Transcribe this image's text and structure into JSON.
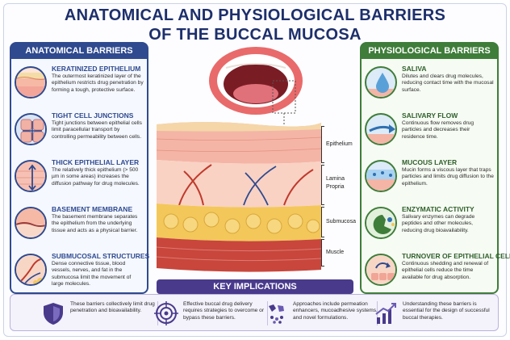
{
  "title": {
    "line1": "ANATOMICAL AND PHYSIOLOGICAL BARRIERS",
    "line2": "OF THE BUCCAL MUCOSA"
  },
  "left_panel": {
    "heading": "ANATOMICAL BARRIERS",
    "items": [
      {
        "title": "KERATINIZED EPITHELIUM",
        "desc": "The outermost keratinized layer of the epithelium restricts drug penetration by forming a tough, protective surface."
      },
      {
        "title": "TIGHT CELL JUNCTIONS",
        "desc": "Tight junctions between epithelial cells limit paracellular transport by controlling permeability between cells."
      },
      {
        "title": "THICK EPITHELIAL LAYER",
        "desc": "The relatively thick epithelium (> 500 µm in some areas) increases the diffusion pathway for drug molecules."
      },
      {
        "title": "BASEMENT MEMBRANE",
        "desc": "The basement membrane separates the epithelium from the underlying tissue and acts as a physical barrier."
      },
      {
        "title": "SUBMUCOSAL STRUCTURES",
        "desc": "Dense connective tissue, blood vessels, nerves, and fat in the submucosa limit the movement of large molecules."
      }
    ]
  },
  "right_panel": {
    "heading": "PHYSIOLOGICAL BARRIERS",
    "items": [
      {
        "title": "SALIVA",
        "desc": "Dilutes and clears drug molecules, reducing contact time with the mucosal surface."
      },
      {
        "title": "SALIVARY FLOW",
        "desc": "Continuous flow removes drug particles and decreases their residence time."
      },
      {
        "title": "MUCOUS LAYER",
        "desc": "Mucin forms a viscous layer that traps particles and limits drug diffusion to the epithelium."
      },
      {
        "title": "ENZYMATIC ACTIVITY",
        "desc": "Salivary enzymes can degrade peptides and other molecules, reducing drug bioavailability."
      },
      {
        "title": "TURNOVER OF EPITHELIAL CELLS",
        "desc": "Continuous shedding and renewal of epithelial cells reduce the time available for drug absorption."
      }
    ]
  },
  "layers": {
    "epithelium": "Epithelium",
    "lamina_propria_1": "Lamina",
    "lamina_propria_2": "Propria",
    "submucosa": "Submucosa",
    "muscle": "Muscle"
  },
  "key_implications": {
    "heading": "KEY IMPLICATIONS",
    "items": [
      {
        "icon": "shield-icon",
        "text": "These barriers collectively limit drug penetration and bioavailability."
      },
      {
        "icon": "target-icon",
        "text": "Effective buccal drug delivery requires strategies to overcome or bypass these barriers."
      },
      {
        "icon": "molecules-icon",
        "text": "Approaches include permeation enhancers, mucoadhesive systems, and novel formulations."
      },
      {
        "icon": "growth-chart-icon",
        "text": "Understanding these barriers is essential for the design of successful buccal therapies."
      }
    ]
  },
  "colors": {
    "navy": "#2f4a8f",
    "green": "#3f7d3a",
    "purple": "#4a3a8c",
    "tissue_pink": "#f2a9a0",
    "fat_yellow": "#f3c75a",
    "muscle_red": "#c8463c"
  }
}
